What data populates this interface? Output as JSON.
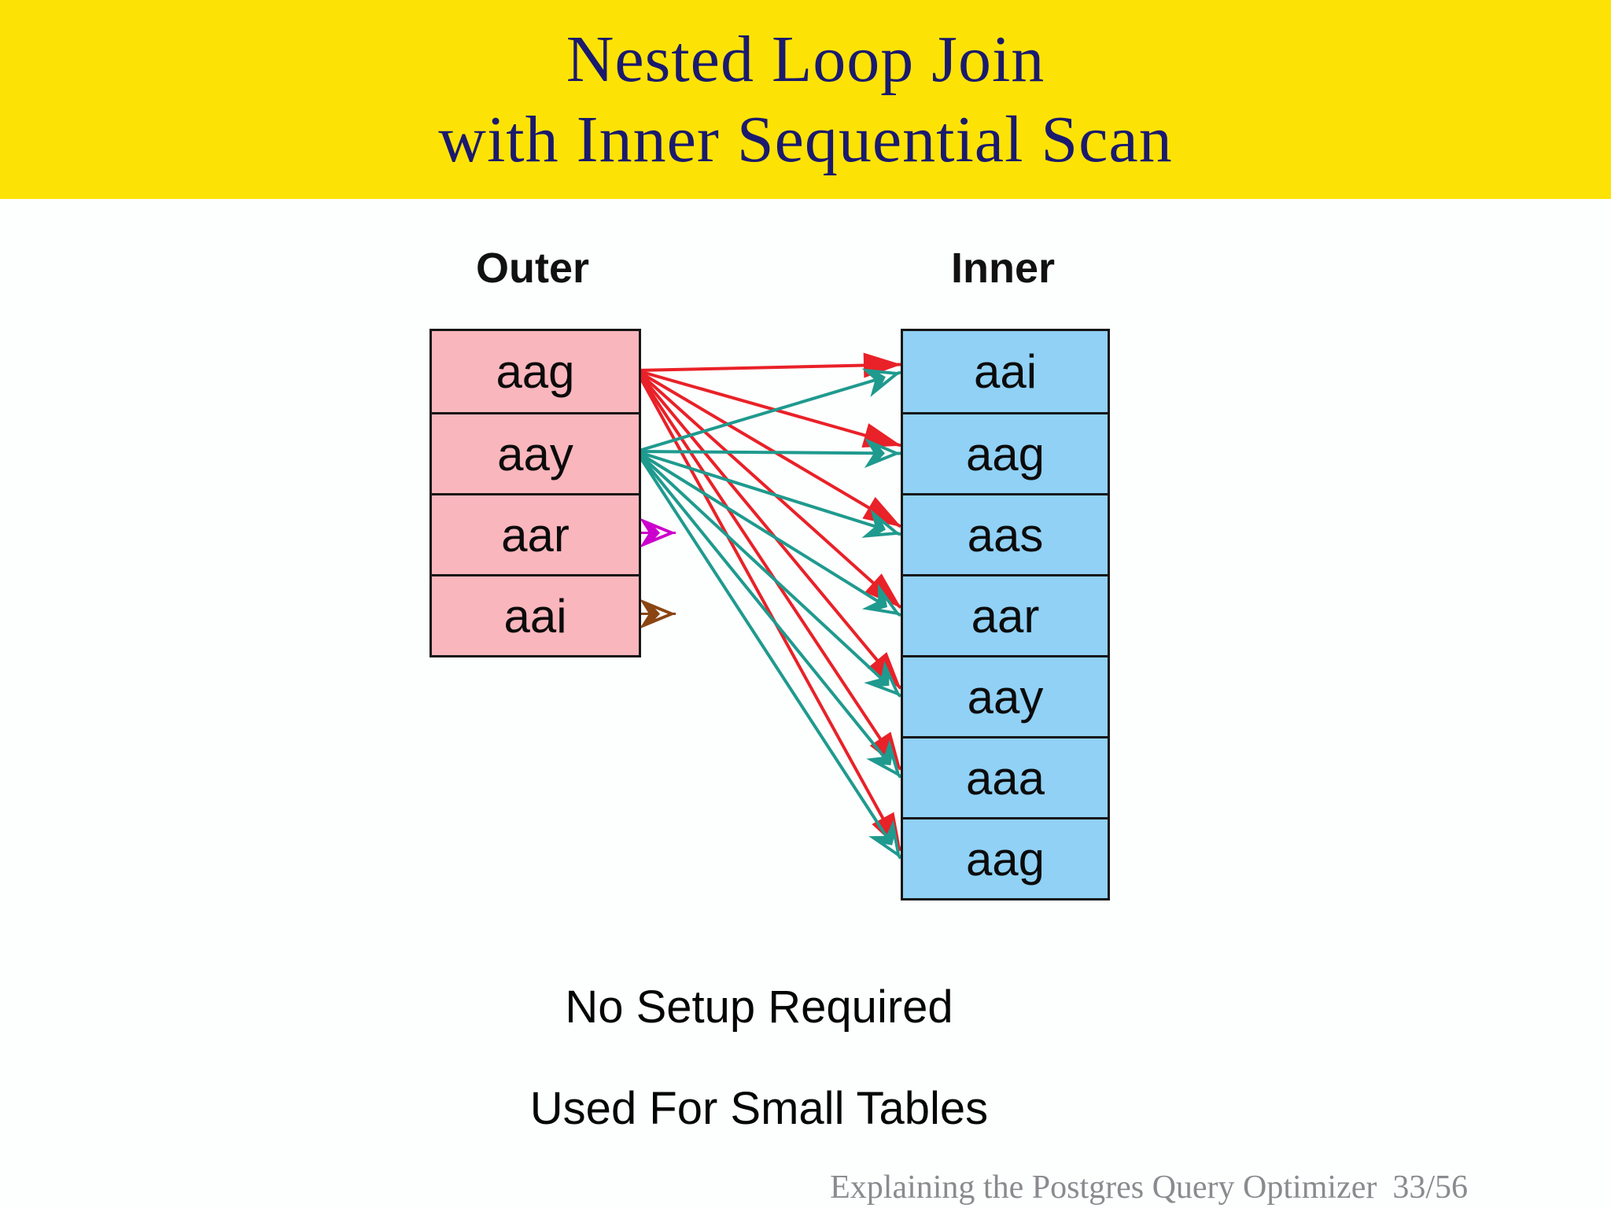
{
  "title": {
    "line1": "Nested Loop Join",
    "line2": "with Inner Sequential Scan"
  },
  "outer_table": {
    "label": "Outer",
    "rows": [
      "aag",
      "aay",
      "aar",
      "aai"
    ]
  },
  "inner_table": {
    "label": "Inner",
    "rows": [
      "aai",
      "aag",
      "aas",
      "aar",
      "aay",
      "aaa",
      "aag"
    ]
  },
  "notes": {
    "line1": "No Setup Required",
    "line2": "Used For Small Tables"
  },
  "footer": {
    "title": "Explaining the Postgres Query Optimizer",
    "page": "33/56"
  },
  "colors": {
    "banner_yellow": "#fde305",
    "title_navy": "#1a1a6e",
    "outer_pink": "#fab6bd",
    "inner_blue": "#90d1f5",
    "arrow_red": "#e92128",
    "arrow_teal": "#1f9a8e",
    "arrow_magenta": "#cc00cc",
    "arrow_brown": "#8b4513",
    "footer_gray": "#8b8b8f"
  },
  "arrows": {
    "fans": [
      {
        "name": "outer-aag-sequential-scan",
        "source_row": 0,
        "color_name": "red",
        "color": "#e92128",
        "head": "triangle",
        "targets": [
          0,
          1,
          2,
          3,
          4,
          5,
          6
        ]
      },
      {
        "name": "outer-aay-sequential-scan",
        "source_row": 1,
        "color_name": "teal",
        "color": "#1f9a8e",
        "head": "dart",
        "targets": [
          0,
          1,
          2,
          3,
          4,
          5,
          6
        ]
      }
    ],
    "stubs": [
      {
        "name": "outer-aar-next-scan",
        "source_row": 2,
        "color_name": "magenta",
        "color": "#cc00cc",
        "head": "dart"
      },
      {
        "name": "outer-aai-next-scan",
        "source_row": 3,
        "color_name": "brown",
        "color": "#8b4513",
        "head": "dart"
      }
    ]
  }
}
